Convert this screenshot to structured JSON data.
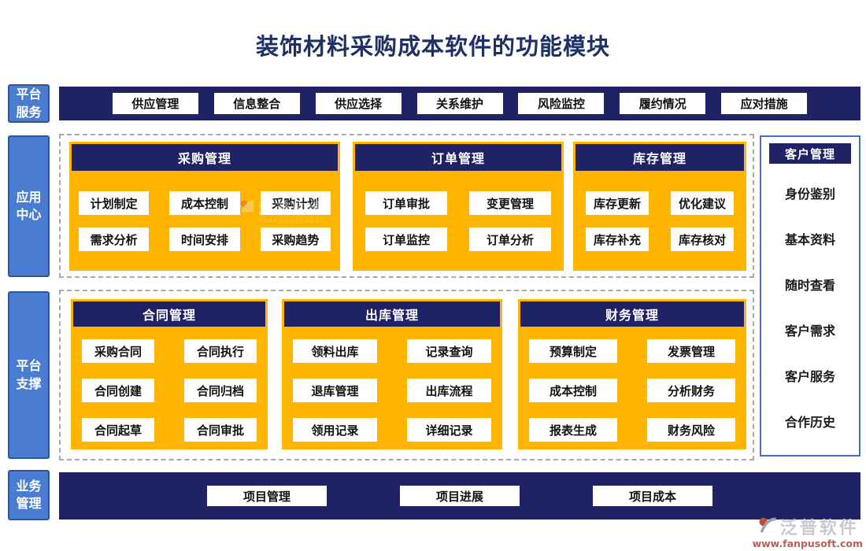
{
  "title": "装饰材料采购成本软件的功能模块",
  "colors": {
    "navy": "#1F2365",
    "amber": "#FFB400",
    "rail_blue": "#4A7CD2",
    "rail_border": "#2F5597",
    "dash_gray": "#A8A8A8",
    "sidebar_border": "#4472C4"
  },
  "left_rails": {
    "platform_service": "平台服务",
    "app_center": "应用中心",
    "platform_support": "平台支撑",
    "business_mgmt": "业务管理"
  },
  "top_bar": {
    "items": [
      "供应管理",
      "信息整合",
      "供应选择",
      "关系维护",
      "风险监控",
      "履约情况",
      "应对措施"
    ]
  },
  "app_center": {
    "procurement": {
      "title": "采购管理",
      "items": [
        "计划制定",
        "成本控制",
        "采购计划",
        "需求分析",
        "时间安排",
        "采购趋势"
      ]
    },
    "order": {
      "title": "订单管理",
      "items": [
        "订单审批",
        "变更管理",
        "订单监控",
        "订单分析"
      ]
    },
    "inventory": {
      "title": "库存管理",
      "items": [
        "库存更新",
        "优化建议",
        "库存补充",
        "库存核对"
      ]
    }
  },
  "customer_panel": {
    "title": "客户管理",
    "items": [
      "身份鉴别",
      "基本资料",
      "随时查看",
      "客户需求",
      "客户服务",
      "合作历史"
    ]
  },
  "platform_support": {
    "contract": {
      "title": "合同管理",
      "items": [
        "采购合同",
        "合同执行",
        "合同创建",
        "合同归档",
        "合同起草",
        "合同审批"
      ]
    },
    "outbound": {
      "title": "出库管理",
      "items": [
        "领料出库",
        "记录查询",
        "退库管理",
        "出库流程",
        "领用记录",
        "详细记录"
      ]
    },
    "finance": {
      "title": "财务管理",
      "items": [
        "预算制定",
        "发票管理",
        "成本控制",
        "分析财务",
        "报表生成",
        "财务风险"
      ]
    }
  },
  "bottom_bar": {
    "items": [
      "项目管理",
      "项目进展",
      "项目成本"
    ]
  },
  "watermark_inline": {
    "brand": "泛普软件",
    "sub": "FANPU SOFTWARE"
  },
  "watermark_footer": {
    "brand": "泛普软件",
    "url": "www.fanpusoft.com"
  }
}
